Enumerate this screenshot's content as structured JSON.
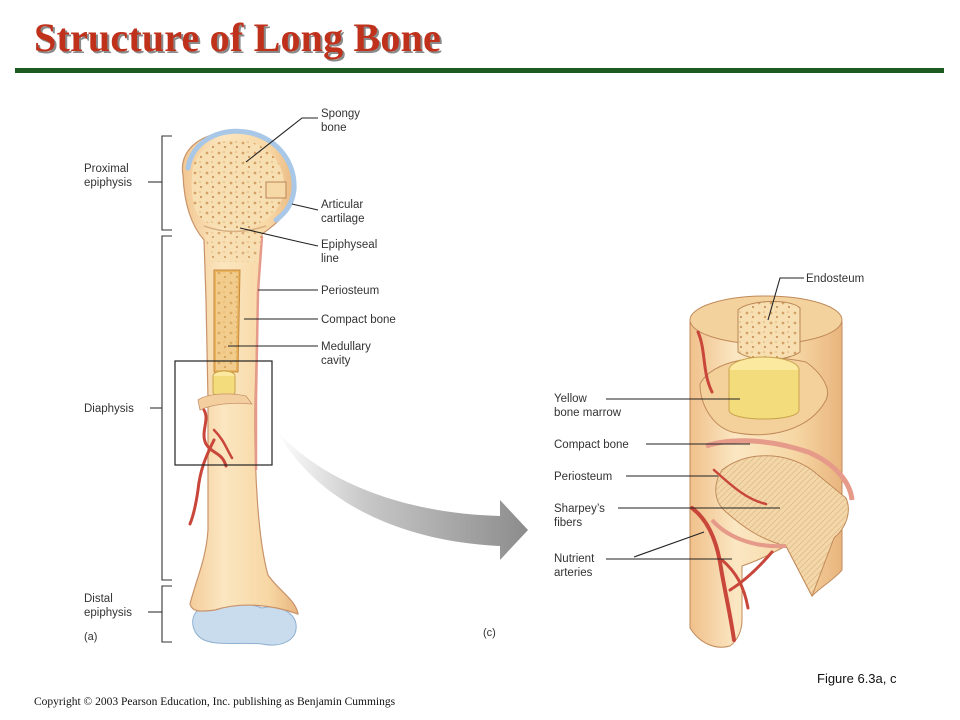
{
  "slide": {
    "title": "Structure of Long Bone",
    "caption": "Figure 6.3a, c",
    "copyright": "Copyright © 2003 Pearson Education, Inc. publishing as Benjamin Cummings"
  },
  "panel_a": {
    "marker": "(a)",
    "regions": {
      "proximal_epiphysis": [
        "Proximal",
        "epiphysis"
      ],
      "diaphysis": [
        "Diaphysis"
      ],
      "distal_epiphysis": [
        "Distal",
        "epiphysis"
      ]
    },
    "labels": {
      "spongy_bone": [
        "Spongy",
        "bone"
      ],
      "articular_cartilage": [
        "Articular",
        "cartilage"
      ],
      "epiphyseal_line": [
        "Epiphyseal",
        "line"
      ],
      "periosteum": [
        "Periosteum"
      ],
      "compact_bone": [
        "Compact bone"
      ],
      "medullary_cavity": [
        "Medullary",
        "cavity"
      ]
    }
  },
  "panel_c": {
    "marker": "(c)",
    "labels": {
      "endosteum": [
        "Endosteum"
      ],
      "yellow_bone_marrow": [
        "Yellow",
        "bone marrow"
      ],
      "compact_bone": [
        "Compact bone"
      ],
      "periosteum": [
        "Periosteum"
      ],
      "sharpeys_fibers": [
        "Sharpey’s",
        "fibers"
      ],
      "nutrient_arteries": [
        "Nutrient",
        "arteries"
      ]
    }
  },
  "colors": {
    "title": "#c0311b",
    "rule": "#1d5a1f",
    "bone": "#f6d9a7",
    "cartilage": "#c8dcee",
    "periosteum": "#e69a8a",
    "artery": "#c9463a",
    "marrow": "#f2dc7c"
  }
}
